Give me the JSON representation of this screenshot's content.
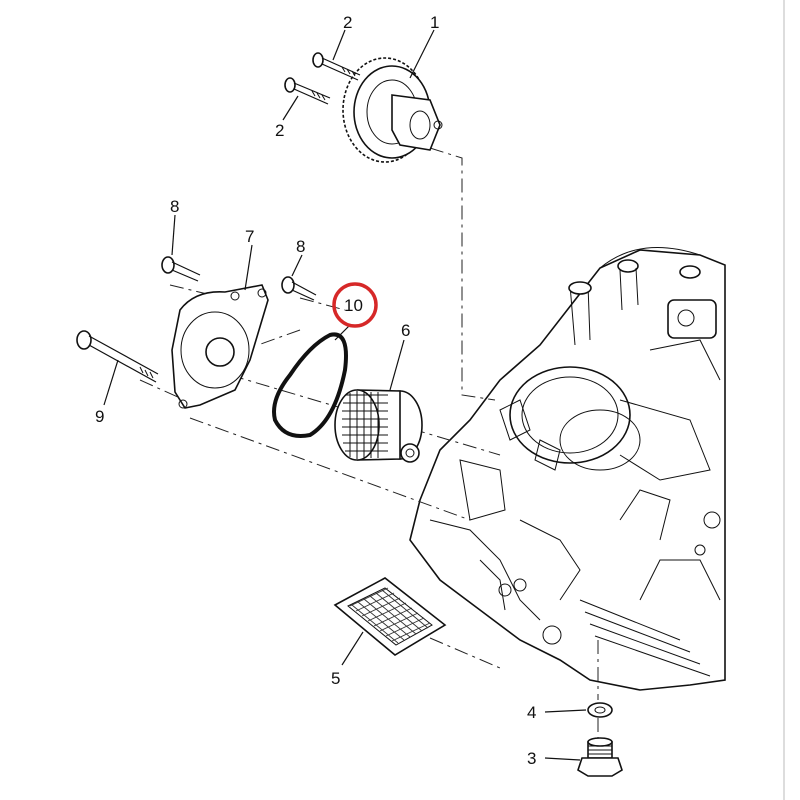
{
  "labels": {
    "gear": "1",
    "bolt_upper": "2",
    "bolt_lower": "2",
    "drain_bolt": "3",
    "gasket_washer": "4",
    "strainer": "5",
    "oil_filter": "6",
    "filter_cover": "7",
    "bolt_8_left": "8",
    "bolt_8_right": "8",
    "long_bolt": "9",
    "o_ring": "10"
  },
  "highlight_color": "#d62828"
}
